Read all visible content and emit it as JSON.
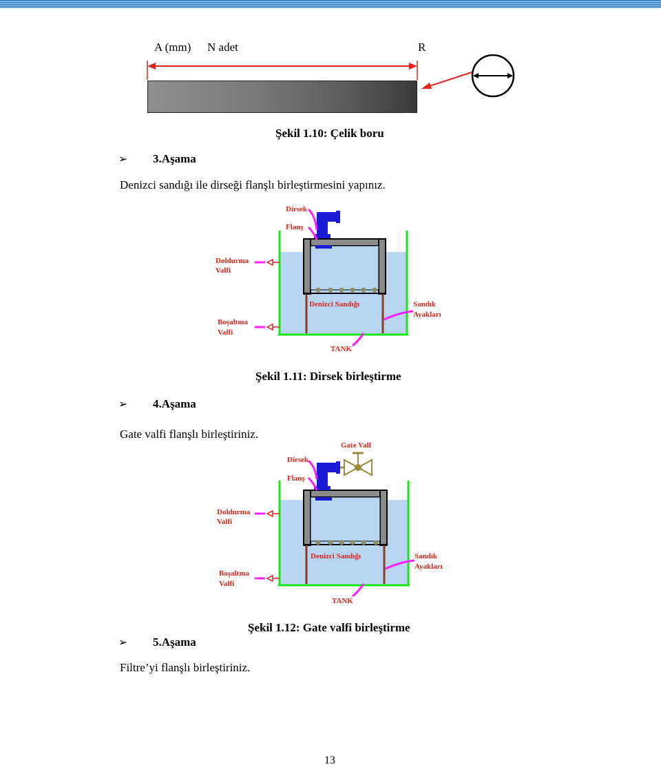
{
  "fig110": {
    "label_a": "A (mm)",
    "label_n": "N adet",
    "label_r": "R",
    "caption": "Şekil 1.10: Çelik boru"
  },
  "step3": {
    "title": "3.Aşama",
    "text": "Denizci sandığı ile dirseği flanşlı birleştirmesini yapınız."
  },
  "fig111": {
    "dirsek": "Dirsek",
    "flans": "Flanş",
    "doldurma1": "Doldurma",
    "doldurma2": "Valfi",
    "bosaltma1": "Boşaltma",
    "bosaltma2": "Valfi",
    "sandik": "Denizci Sandığı",
    "ayak1": "Sandık",
    "ayak2": "Ayakları",
    "tank": "TANK",
    "caption": "Şekil 1.11: Dirsek birleştirme"
  },
  "step4": {
    "title": "4.Aşama",
    "text": "Gate valfi flanşlı birleştiriniz."
  },
  "fig112": {
    "gate": "Gate Valf",
    "dirsek": "Dirsek",
    "flans": "Flanş",
    "doldurma1": "Doldurma",
    "doldurma2": "Valfi",
    "bosaltma1": "Boşaltma",
    "bosaltma2": "Valfi",
    "sandik": "Denizci Sandığı",
    "ayak1": "Sandık",
    "ayak2": "Ayakları",
    "tank": "TANK",
    "caption": "Şekil 1.12: Gate valfi birleştirme"
  },
  "step5": {
    "title": "5.Aşama",
    "text": "Filtre’yi flanşlı birleştiriniz."
  },
  "page_number": "13",
  "colors": {
    "water": "#b7d4f0",
    "tank_border": "#19e619",
    "label_red": "#e0241b",
    "magenta": "#ff1cff",
    "dirsek_blue": "#1b1bd6",
    "gate_olive": "#9a8c3a",
    "leg_brown": "#8b3a1a"
  }
}
